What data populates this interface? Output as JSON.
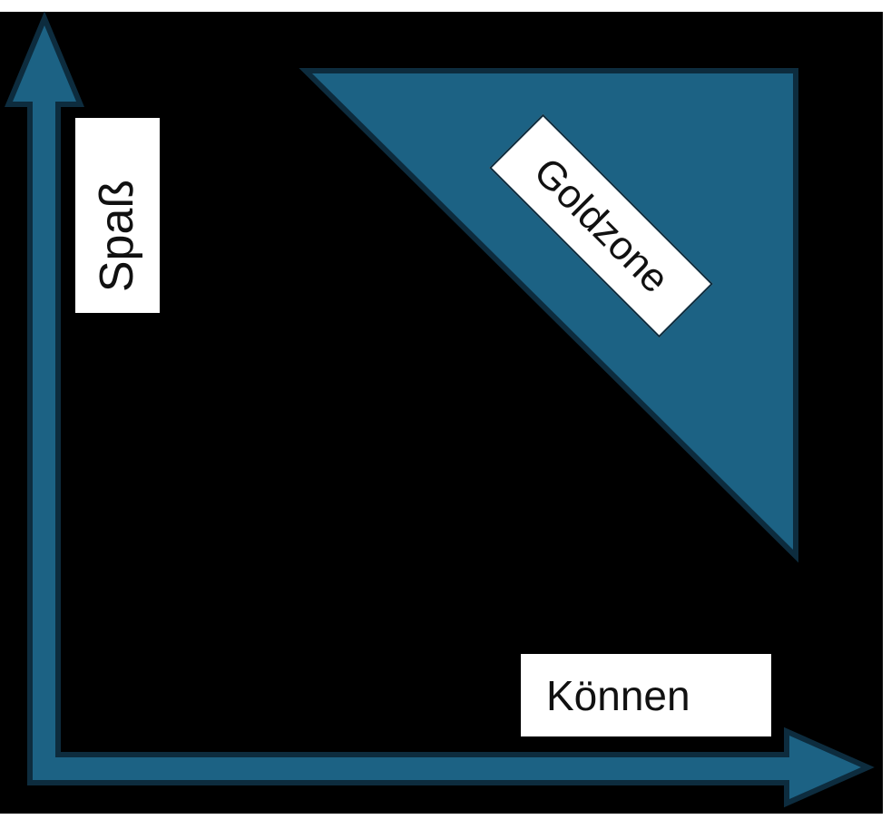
{
  "diagram": {
    "y_axis_label": "Spaß",
    "x_axis_label": "Können",
    "zone_label": "Goldzone"
  },
  "colors": {
    "background": "#000000",
    "shape_fill": "#1C6284",
    "shape_outline": "#0D2C3E",
    "label_background": "#FFFFFF",
    "label_text": "#111111"
  }
}
